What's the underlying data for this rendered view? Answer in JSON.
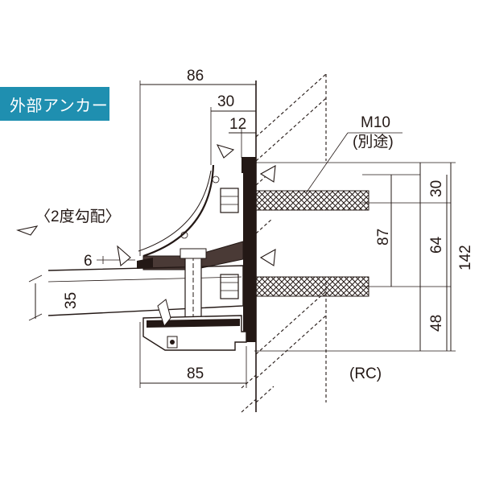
{
  "tag": {
    "label": "外部アンカー"
  },
  "dims": {
    "width_total": "86",
    "width_mid": "30",
    "width_small": "12",
    "offset": "6",
    "height_rail": "35",
    "bottom_width": "85",
    "v30": "30",
    "v87": "87",
    "v64": "64",
    "v48": "48",
    "v142": "142"
  },
  "labels": {
    "anchor_size": "M10",
    "anchor_note": "(別途)",
    "slope": "〈2度勾配〉",
    "wall": "(RC)"
  },
  "colors": {
    "tag_bg": "#1f8fb0",
    "line": "#231815"
  }
}
